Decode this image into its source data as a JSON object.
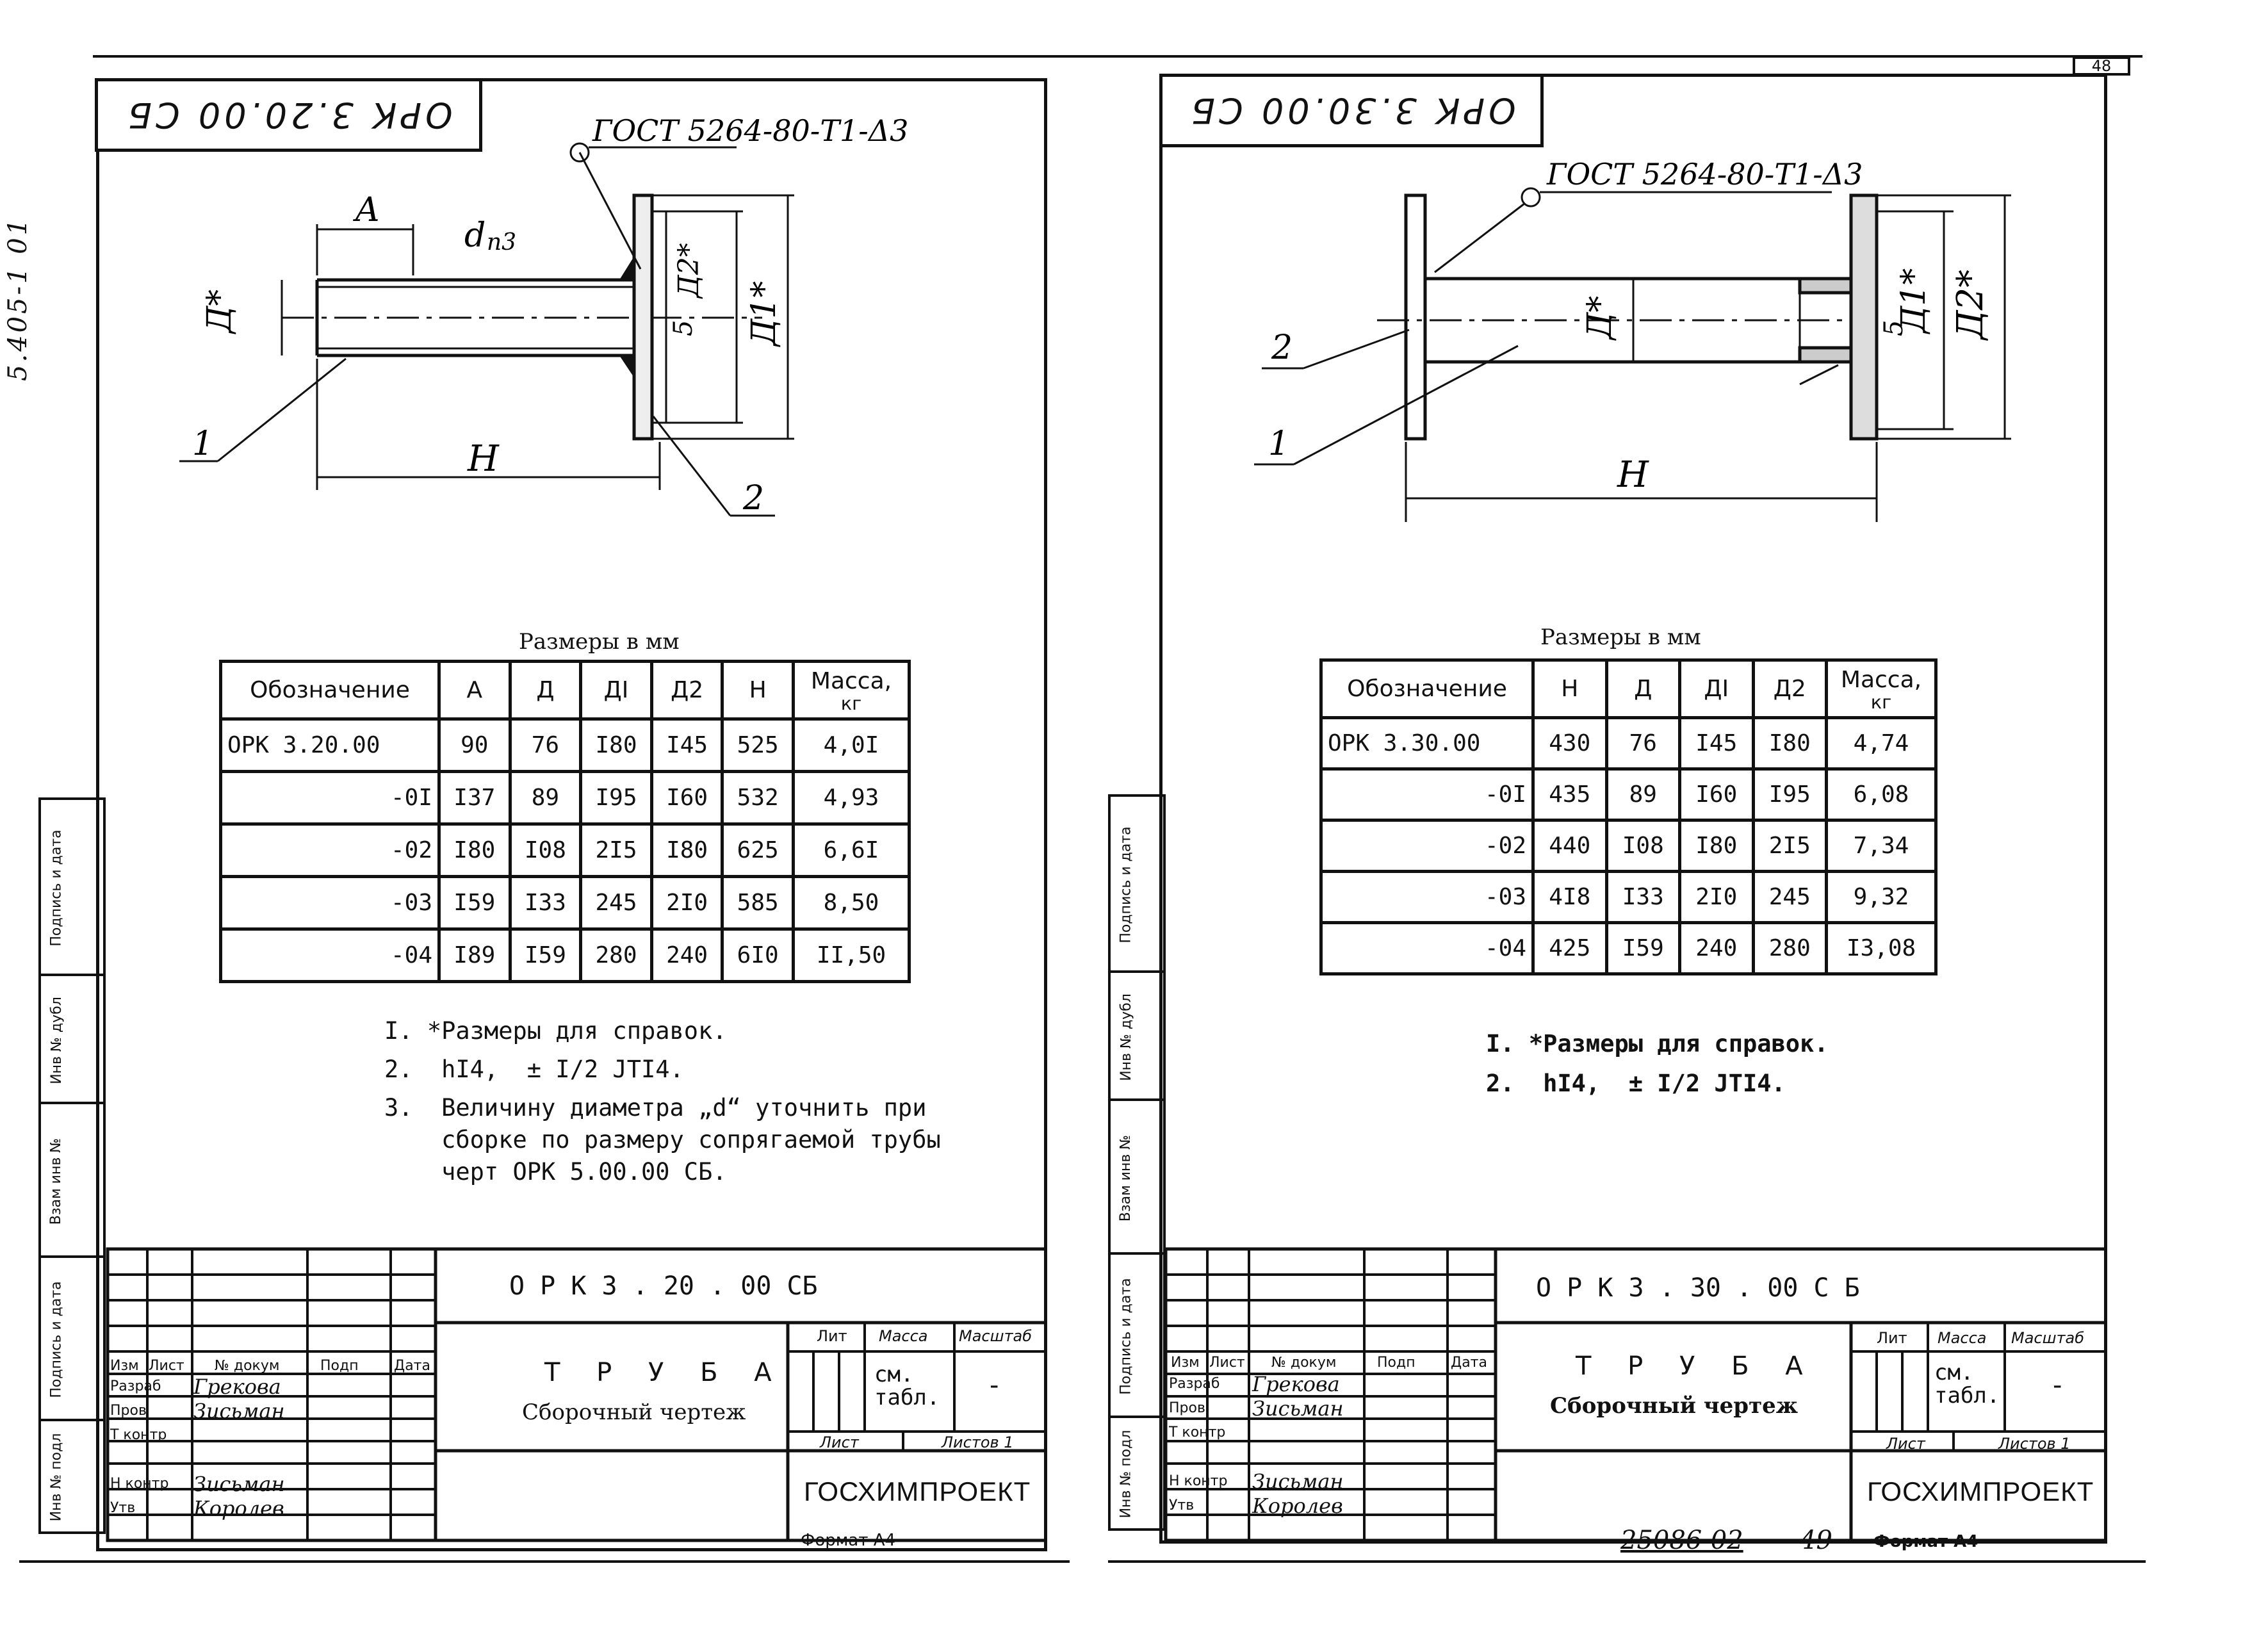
{
  "margin_code": "5.405-1 01",
  "page_number_top": "48",
  "left": {
    "stamp_code": "ОРК 3.20.00 СБ",
    "gost_callout": "ГОСТ 5264-80-Т1-Δ3",
    "drawing_labels": {
      "A": "A",
      "d": "d",
      "n3": "n3",
      "D_star": "Д*",
      "D1": "Д1*",
      "D2": "Д2*",
      "five": "5",
      "H": "H",
      "part1": "1",
      "part2": "2"
    },
    "table_caption": "Размеры в мм",
    "table_headers": [
      "Обозначение",
      "А",
      "Д",
      "ДI",
      "Д2",
      "Н",
      "Масса,",
      "кг"
    ],
    "table_rows": [
      [
        "ОРК 3.20.00",
        "90",
        "76",
        "I80",
        "I45",
        "525",
        "4,0I"
      ],
      [
        "-0I",
        "I37",
        "89",
        "I95",
        "I60",
        "532",
        "4,93"
      ],
      [
        "-02",
        "I80",
        "I08",
        "2I5",
        "I80",
        "625",
        "6,6I"
      ],
      [
        "-03",
        "I59",
        "I33",
        "245",
        "2I0",
        "585",
        "8,50"
      ],
      [
        "-04",
        "I89",
        "I59",
        "280",
        "240",
        "6I0",
        "II,50"
      ]
    ],
    "notes": [
      "I. *Размеры для справок.",
      "2.  hI4,  ± I/2 ЈТI4.",
      "3.  Величину диаметра „d“ уточнить при",
      "    сборке по размеру сопрягаемой трубы",
      "    черт ОРК 5.00.00 СБ."
    ],
    "title_block": {
      "designation": "О Р К   3 . 20 . 00 СБ",
      "name": "Т Р У Б А",
      "subtitle": "Сборочный чертеж",
      "header_lit": "Лит",
      "header_massa": "Масса",
      "header_masshtab": "Масштаб",
      "mass_value": "см. табл.",
      "scale_value": "-",
      "list_label": "Лист",
      "listov_label": "Листов 1",
      "org": "ГОСХИМПРОЕКТ",
      "row_labels": [
        "Изм",
        "Лист",
        "№ докум",
        "Подп",
        "Дата"
      ],
      "people": [
        {
          "role": "Разраб",
          "name": "Грекова"
        },
        {
          "role": "Пров",
          "name": "Зисьман"
        },
        {
          "role": "Т контр",
          "name": ""
        },
        {
          "role": "Н контр",
          "name": "Зисьман"
        },
        {
          "role": "Утв",
          "name": "Королев"
        }
      ]
    },
    "format": "Формат А4"
  },
  "right": {
    "stamp_code": "ОРК 3.30.00 СБ",
    "gost_callout": "ГОСТ 5264-80-Т1-Δ3",
    "drawing_labels": {
      "D_star": "Д*",
      "D1": "Д1*",
      "D2": "Д2*",
      "five": "5",
      "H": "H",
      "part1": "1",
      "part2": "2"
    },
    "table_caption": "Размеры в мм",
    "table_headers": [
      "Обозначение",
      "Н",
      "Д",
      "ДI",
      "Д2",
      "Масса,",
      "кг"
    ],
    "table_rows": [
      [
        "ОРК 3.30.00",
        "430",
        "76",
        "I45",
        "I80",
        "4,74"
      ],
      [
        "-0I",
        "435",
        "89",
        "I60",
        "I95",
        "6,08"
      ],
      [
        "-02",
        "440",
        "I08",
        "I80",
        "2I5",
        "7,34"
      ],
      [
        "-03",
        "4I8",
        "I33",
        "2I0",
        "245",
        "9,32"
      ],
      [
        "-04",
        "425",
        "I59",
        "240",
        "280",
        "I3,08"
      ]
    ],
    "notes": [
      "I. *Размеры для справок.",
      "2.  hI4,  ± I/2 ЈТI4."
    ],
    "title_block": {
      "designation": "О Р К   3 . 30 . 00  С Б",
      "name": "Т Р У Б А",
      "subtitle": "Сборочный чертеж",
      "header_lit": "Лит",
      "header_massa": "Масса",
      "header_masshtab": "Масштаб",
      "mass_value": "см. табл.",
      "scale_value": "-",
      "list_label": "Лист",
      "listov_label": "Листов 1",
      "org": "ГОСХИМПРОЕКТ",
      "row_labels": [
        "Изм",
        "Лист",
        "№ докум",
        "Подп",
        "Дата"
      ],
      "people": [
        {
          "role": "Разраб",
          "name": "Грекова"
        },
        {
          "role": "Пров",
          "name": "Зисьман"
        },
        {
          "role": "Т контр",
          "name": ""
        },
        {
          "role": "Н контр",
          "name": "Зисьман"
        },
        {
          "role": "Утв",
          "name": "Королев"
        }
      ]
    },
    "format": "Формат А4",
    "inventory": "25086-02",
    "page": "49"
  },
  "side_strip_labels": [
    "Подпись и дата",
    "Инв № дубл",
    "Взам инв №",
    "Подпись и дата",
    "Инв № подл"
  ]
}
